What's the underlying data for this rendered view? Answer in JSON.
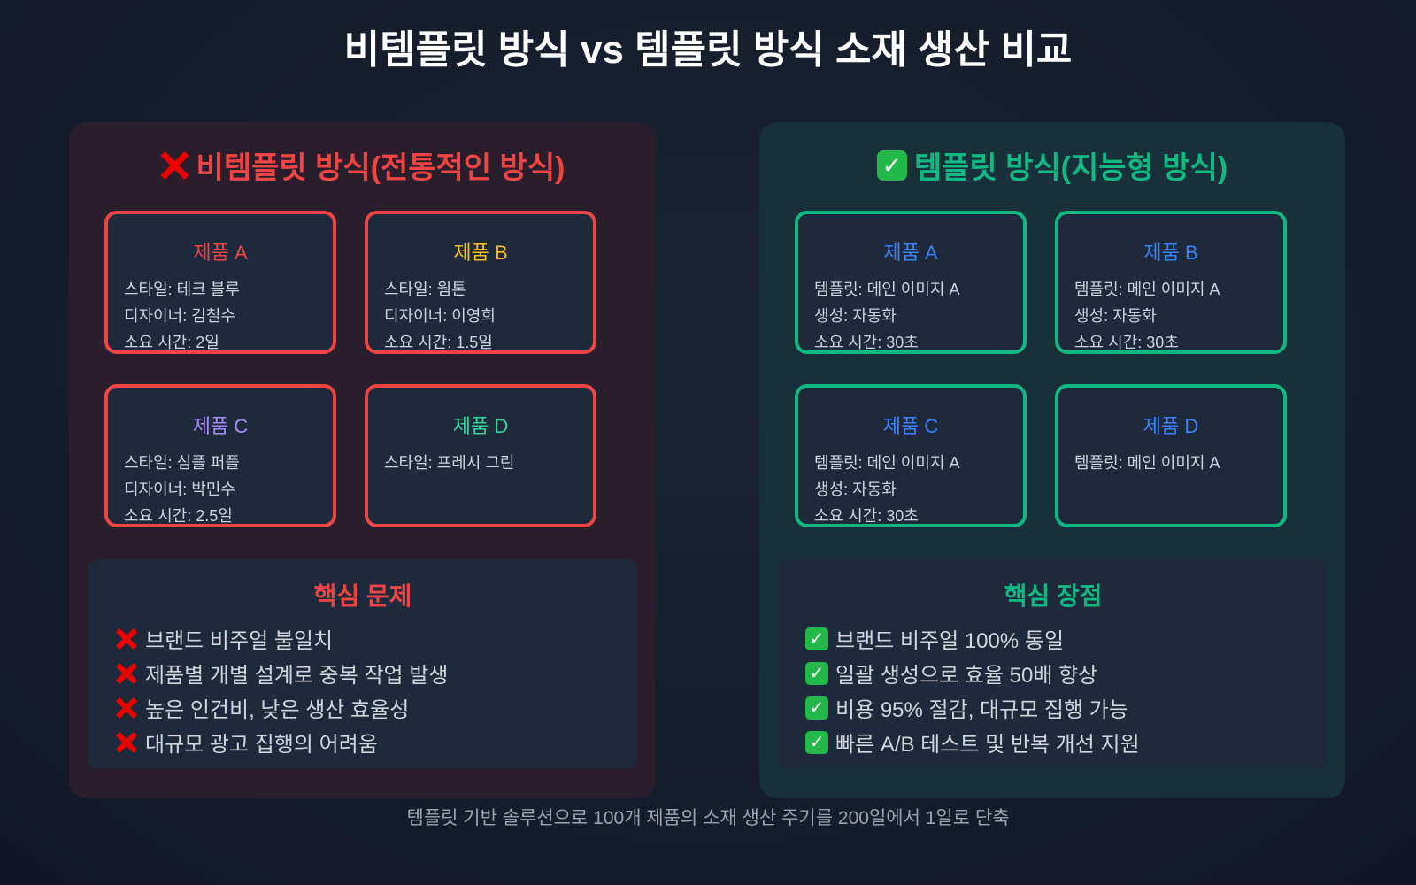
{
  "title": "비템플릿 방식 vs 템플릿 방식 소재 생산 비교",
  "colors": {
    "red": "#ef4444",
    "green": "#10b981",
    "yellow": "#fbbf24",
    "purple": "#a78bfa",
    "teal": "#34d399",
    "blue": "#3b82f6"
  },
  "left": {
    "icon": "cross-mark-icon",
    "title": "비템플릿 방식(전통적인 방식)",
    "cards": [
      {
        "name": "제품 A",
        "color": "#ef4444",
        "lines": [
          "스타일: 테크 블루",
          "디자이너: 김철수",
          "소요 시간: 2일"
        ]
      },
      {
        "name": "제품 B",
        "color": "#fbbf24",
        "lines": [
          "스타일: 웜톤",
          "디자이너: 이영희",
          "소요 시간: 1.5일"
        ]
      },
      {
        "name": "제품 C",
        "color": "#a78bfa",
        "lines": [
          "스타일: 심플 퍼플",
          "디자이너: 박민수",
          "소요 시간: 2.5일"
        ]
      },
      {
        "name": "제품 D",
        "color": "#34d399",
        "lines": [
          "스타일: 프레시 그린"
        ]
      }
    ],
    "box_title": "핵심 문제",
    "items": [
      "브랜드 비주얼 불일치",
      "제품별 개별 설계로 중복 작업 발생",
      "높은 인건비, 낮은 생산 효율성",
      "대규모 광고 집행의 어려움"
    ]
  },
  "right": {
    "icon": "check-mark-icon",
    "title": "템플릿 방식(지능형 방식)",
    "cards": [
      {
        "name": "제품 A",
        "color": "#3b82f6",
        "lines": [
          "템플릿: 메인 이미지 A",
          "생성: 자동화",
          "소요 시간: 30초"
        ]
      },
      {
        "name": "제품 B",
        "color": "#3b82f6",
        "lines": [
          "템플릿: 메인 이미지 A",
          "생성: 자동화",
          "소요 시간: 30초"
        ]
      },
      {
        "name": "제품 C",
        "color": "#3b82f6",
        "lines": [
          "템플릿: 메인 이미지 A",
          "생성: 자동화",
          "소요 시간: 30초"
        ]
      },
      {
        "name": "제품 D",
        "color": "#3b82f6",
        "lines": [
          "템플릿: 메인 이미지 A"
        ]
      }
    ],
    "box_title": "핵심 장점",
    "items": [
      "브랜드 비주얼 100% 통일",
      "일괄 생성으로 효율 50배 향상",
      "비용 95% 절감, 대규모 집행 가능",
      "빠른 A/B 테스트 및 반복 개선 지원"
    ]
  },
  "footer": "템플릿 기반 솔루션으로 100개 제품의 소재 생산 주기를 200일에서 1일로 단축"
}
